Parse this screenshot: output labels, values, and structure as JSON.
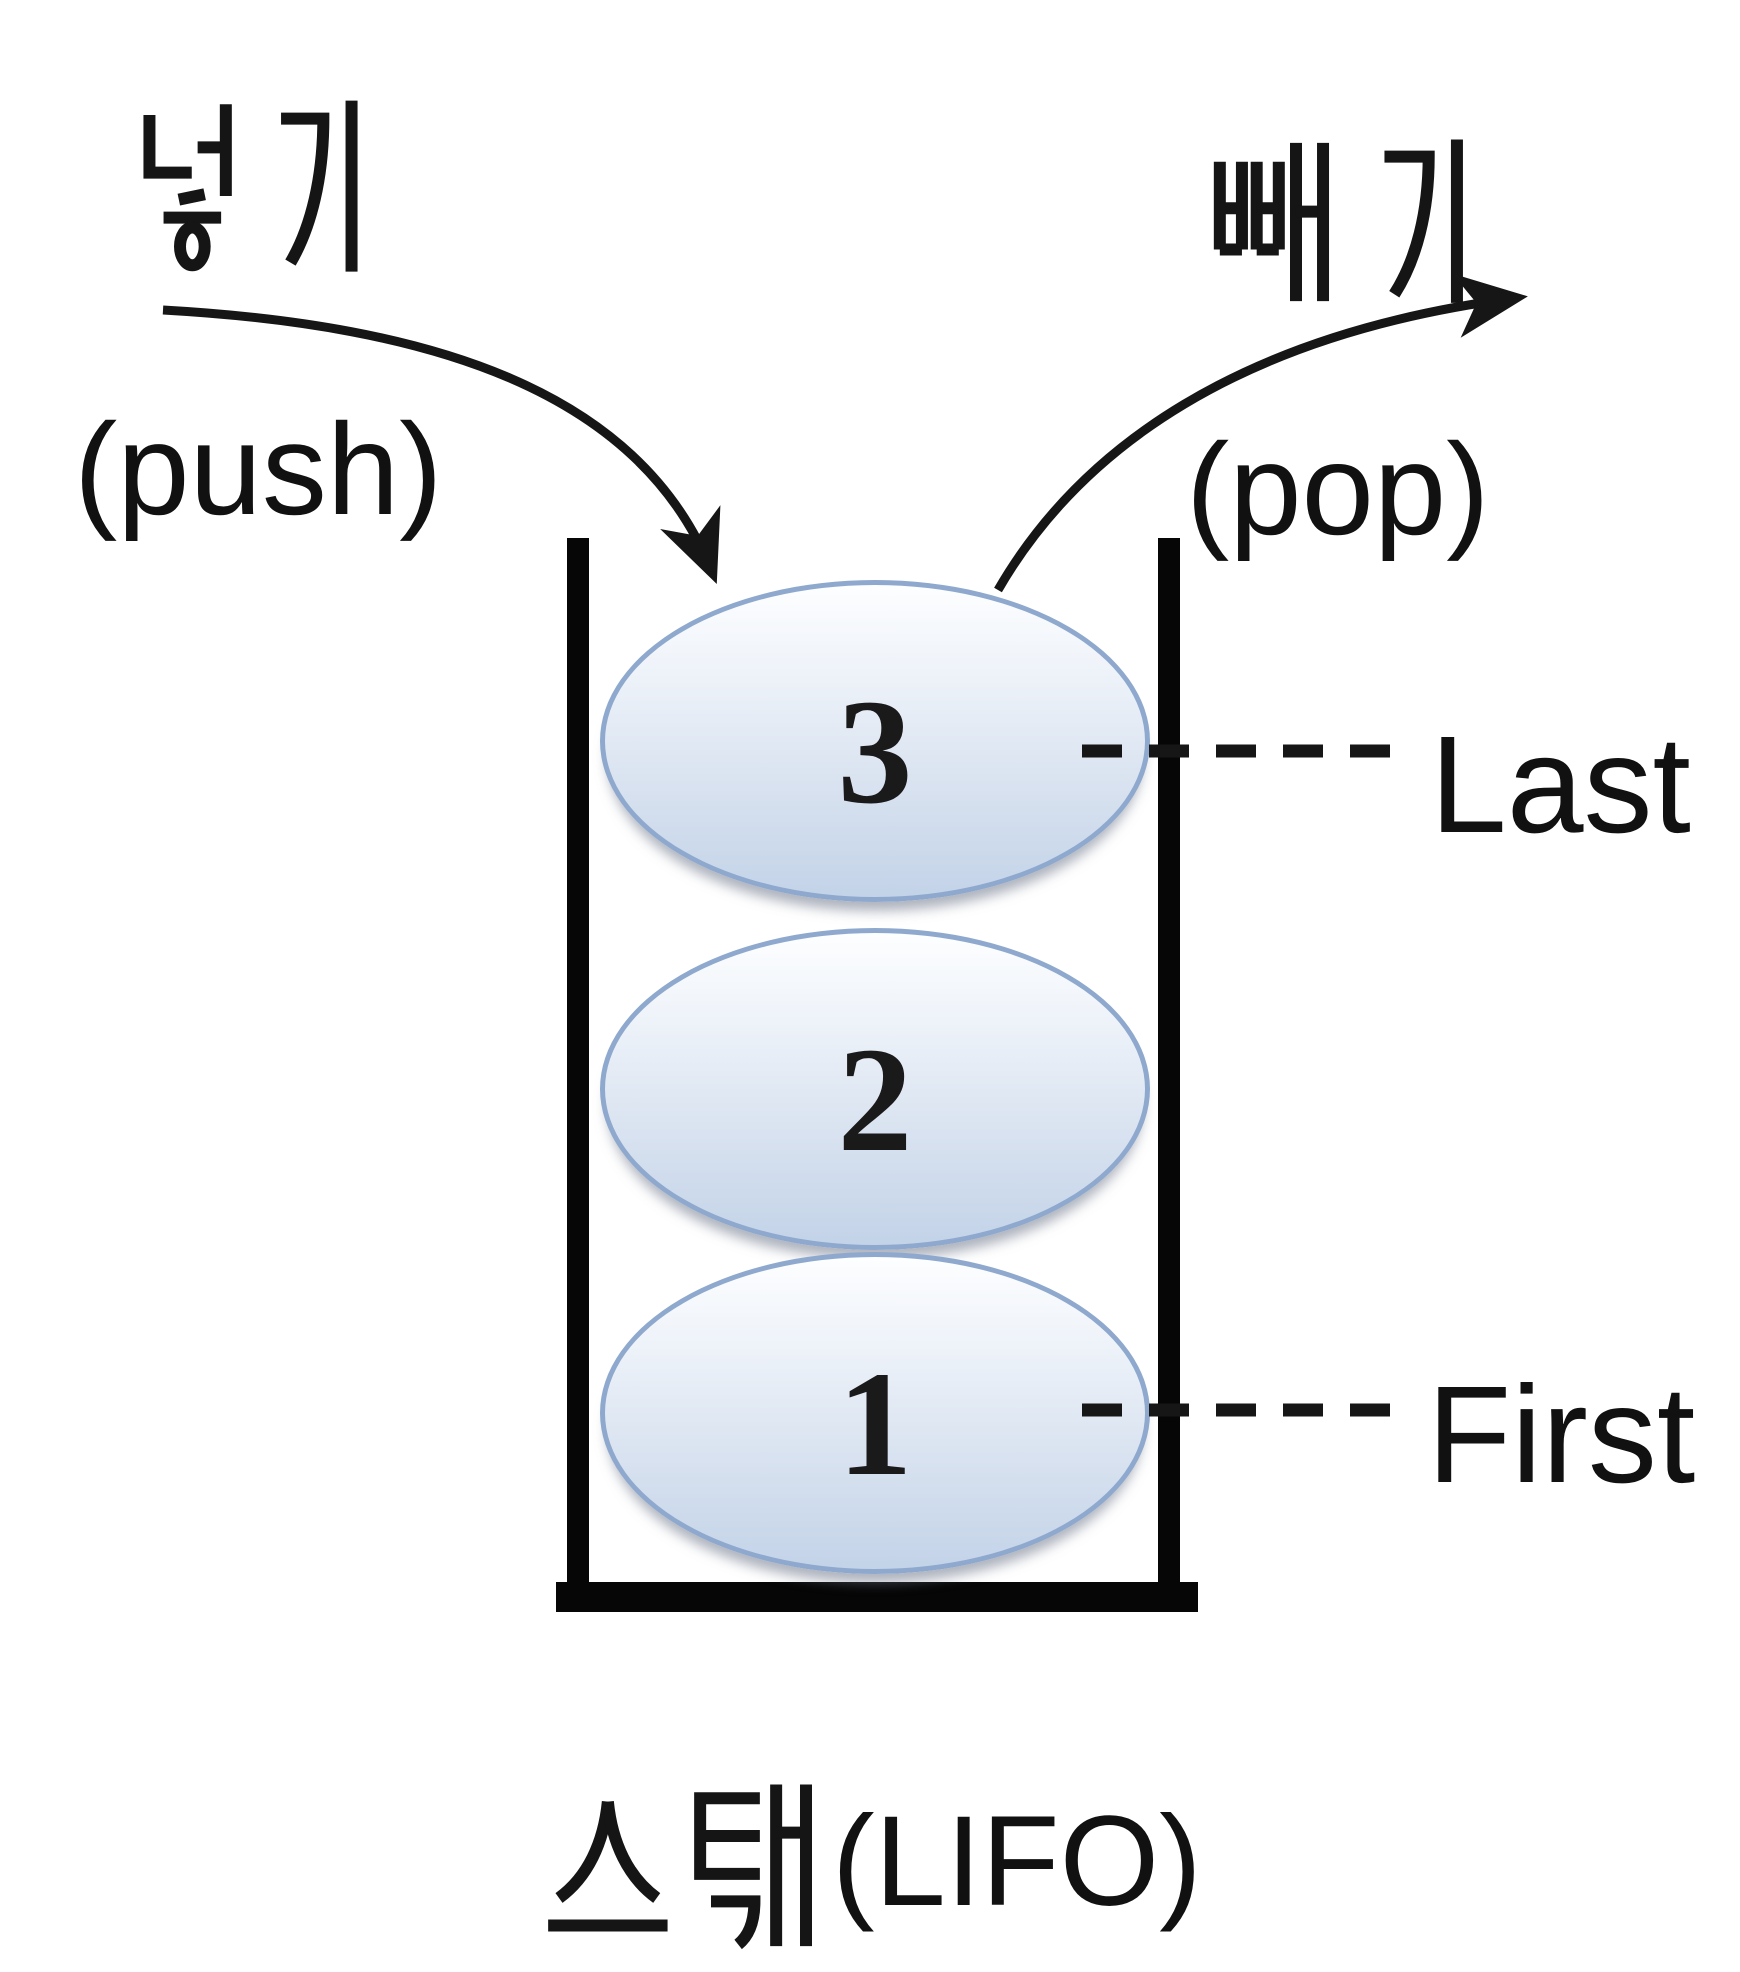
{
  "title": {
    "korean": "스택",
    "latin": "(LIFO)",
    "full": "스택(LIFO)"
  },
  "push_label": {
    "korean": "넣기",
    "latin": "(push)"
  },
  "pop_label": {
    "korean": "빼기",
    "latin": "(pop)"
  },
  "stack": {
    "items": [
      {
        "value": "3",
        "pointer": "Last"
      },
      {
        "value": "2",
        "pointer": ""
      },
      {
        "value": "1",
        "pointer": "First"
      }
    ]
  },
  "colors": {
    "line": "#161616",
    "container": "#060606",
    "ellipse_border": "#8ea9cd",
    "ellipse_fill_top": "#fdfeff",
    "ellipse_fill_bottom": "#c3d3e8",
    "text": "#111111"
  }
}
